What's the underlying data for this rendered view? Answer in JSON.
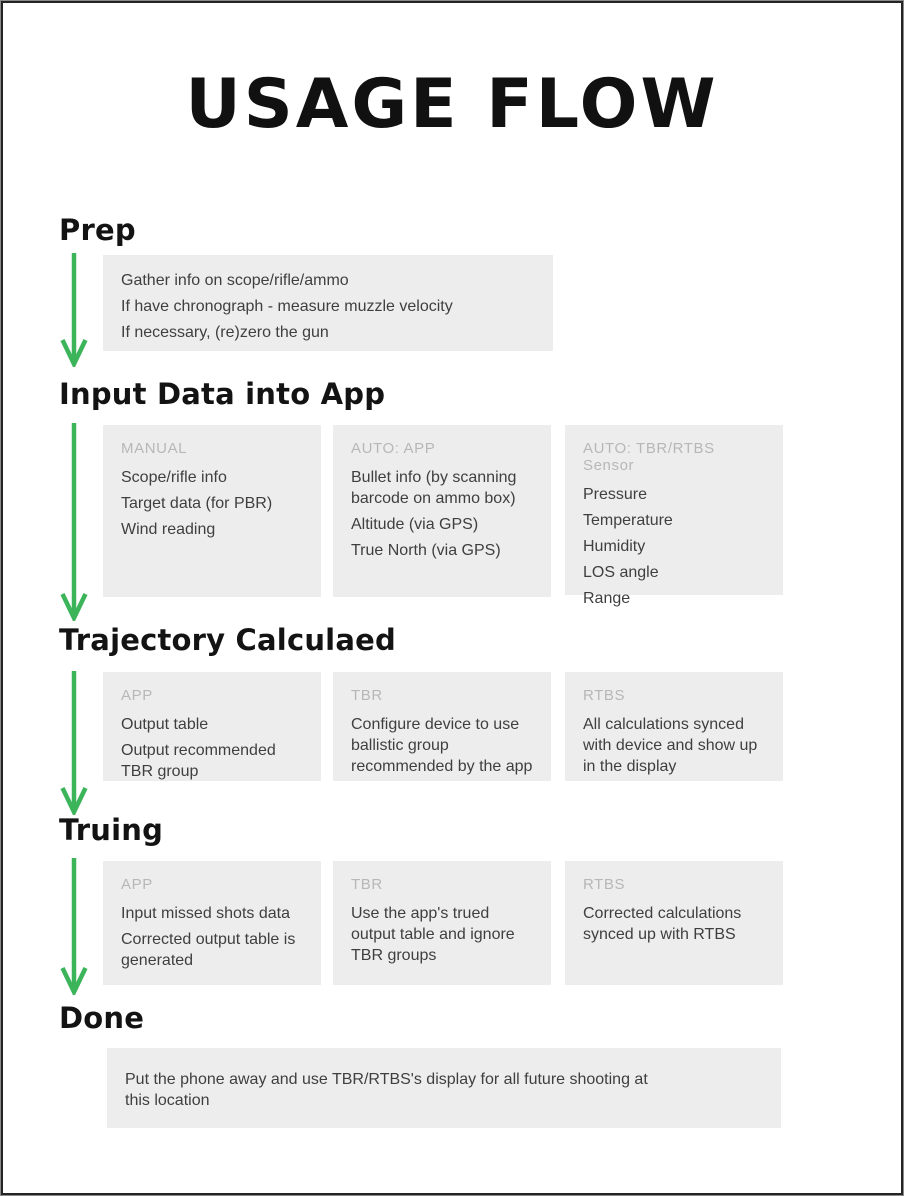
{
  "page": {
    "title": "USAGE FLOW"
  },
  "colors": {
    "accent_green": "#3cb45a",
    "box_background": "#ededed",
    "label_gray": "#b7b7b7",
    "body_text": "#3f3f3f",
    "heading_text": "#131313",
    "border": "#242424"
  },
  "icons": {
    "arrow": "down-arrow-icon"
  },
  "sections": [
    {
      "heading": "Prep",
      "boxes": [
        {
          "label": "",
          "items": [
            "Gather info on scope/rifle/ammo",
            "If have chronograph - measure muzzle velocity",
            "If necessary, (re)zero the gun"
          ]
        }
      ]
    },
    {
      "heading": "Input Data into App",
      "boxes": [
        {
          "label": "MANUAL",
          "items": [
            "Scope/rifle info",
            "Target data (for PBR)",
            "Wind reading"
          ]
        },
        {
          "label": "AUTO: APP",
          "items": [
            "Bullet info (by scanning barcode on ammo box)",
            "Altitude (via GPS)",
            "True North (via GPS)"
          ]
        },
        {
          "label": "AUTO: TBR/RTBS Sensor",
          "items": [
            "Pressure",
            "Temperature",
            "Humidity",
            "LOS angle",
            "Range"
          ]
        }
      ]
    },
    {
      "heading": "Trajectory Calculaed",
      "boxes": [
        {
          "label": "APP",
          "items": [
            "Output table",
            "Output recommended TBR group"
          ]
        },
        {
          "label": "TBR",
          "items": [
            "Configure device to use ballistic group recommended by the app"
          ]
        },
        {
          "label": "RTBS",
          "items": [
            "All calculations synced with device and show up in the display"
          ]
        }
      ]
    },
    {
      "heading": "Truing",
      "boxes": [
        {
          "label": "APP",
          "items": [
            "Input missed shots data",
            "Corrected output table is generated"
          ]
        },
        {
          "label": "TBR",
          "items": [
            "Use the app's trued output table and ignore TBR groups"
          ]
        },
        {
          "label": "RTBS",
          "items": [
            "Corrected calculations synced up with RTBS"
          ]
        }
      ]
    },
    {
      "heading": "Done",
      "boxes": [
        {
          "label": "",
          "items": [
            "Put the phone away and use TBR/RTBS's display for all future shooting at this location"
          ]
        }
      ]
    }
  ]
}
